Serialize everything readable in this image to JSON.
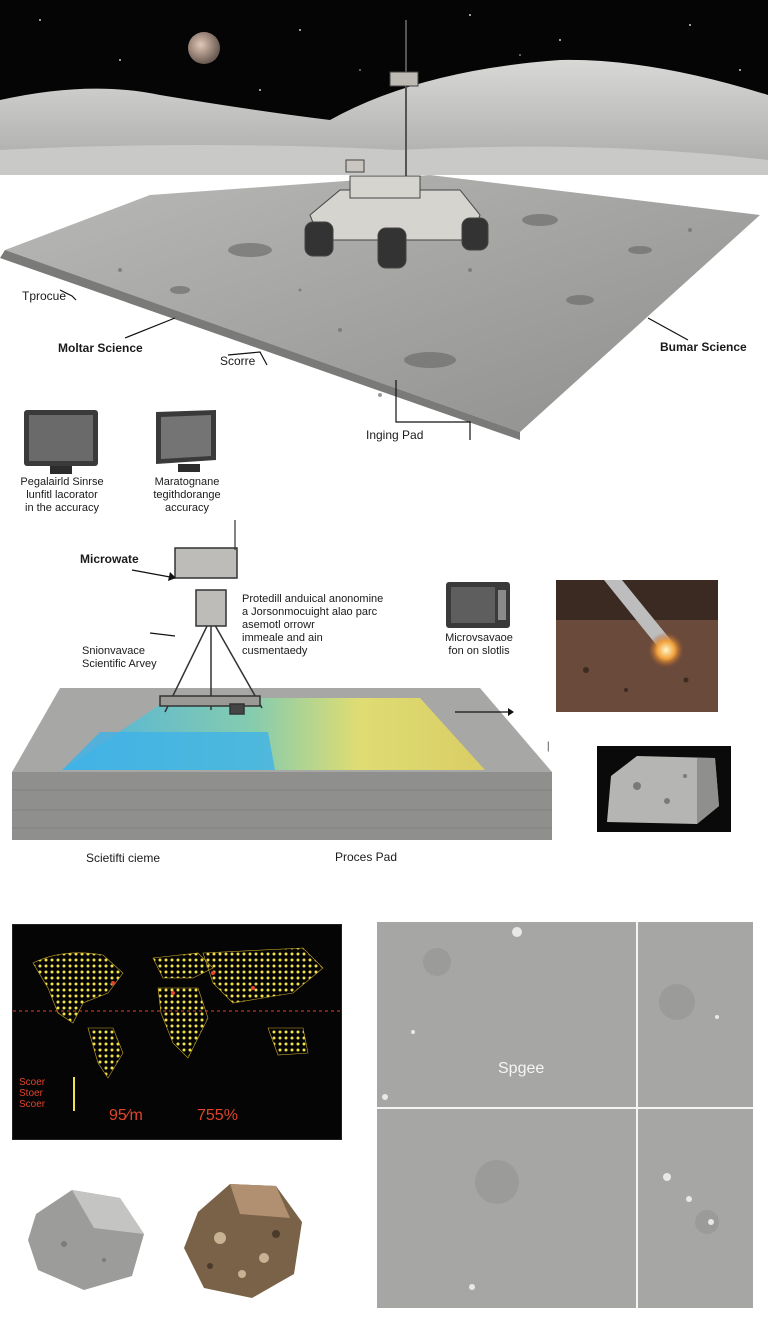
{
  "scene_labels": {
    "top_left": "Tprocue",
    "left_science": "Moltar Science",
    "score": "Scorre",
    "right_science": "Bumar Science",
    "landing_pad": "Inging Pad"
  },
  "monitors": [
    {
      "caption": "Pegalairld Sinrse\nlunfitl lacorator\nin the accuracy"
    },
    {
      "caption": "Maratognane\ntegithdorange\naccuracy"
    },
    {
      "caption": "Microvsavaoe\nfon on slotlis"
    }
  ],
  "instrument": {
    "label": "Microwate",
    "array_label": "Snionvavace\nScientific Arvey",
    "description": "Protedill anduical anonomine\na Jorsonmocuight alao parc\nasemotl orrowr\nimmeale and ain\ncusmentaedy"
  },
  "pad_labels": {
    "left": "Scietifti cieme",
    "right": "Proces Pad",
    "side_tick": "—"
  },
  "map_panel": {
    "legend": [
      "Scoer",
      "Stoer",
      "Scoer"
    ],
    "value_1": "95⁄m",
    "value_2": "755%"
  },
  "surface_panel": {
    "label": "Spgee"
  },
  "colors": {
    "sky": "#050505",
    "regolith": "#9a9a98",
    "heat_yellow": "#e8e66a",
    "heat_blue": "#3fb3e8",
    "map_yellow": "#f2e24a",
    "map_red": "#e0442a"
  }
}
